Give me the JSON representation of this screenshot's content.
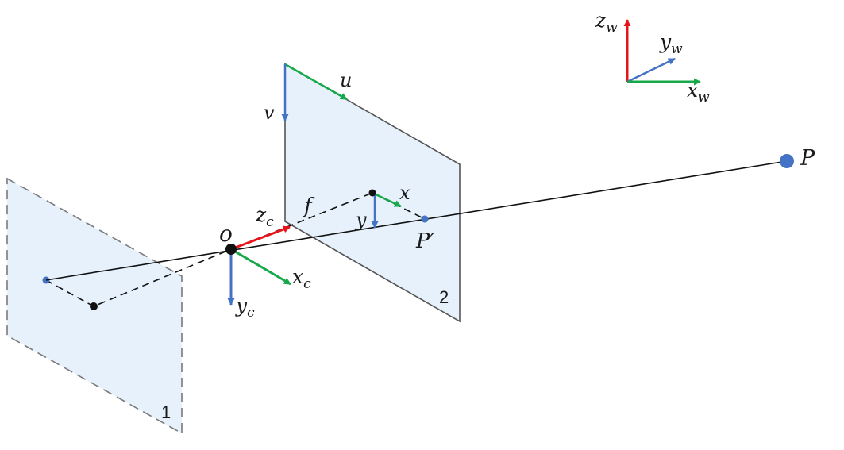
{
  "diagram": {
    "planes": {
      "virtual_plane_number": "1",
      "image_plane_number": "2"
    },
    "points": {
      "optical_center": "o",
      "world_point": "P",
      "image_point": "P′",
      "focal_length": "f"
    },
    "camera_axes": {
      "x": {
        "base": "x",
        "sub": "c"
      },
      "y": {
        "base": "y",
        "sub": "c"
      },
      "z": {
        "base": "z",
        "sub": "c"
      }
    },
    "image_axes": {
      "x": "x",
      "y": "y"
    },
    "pixel_axes": {
      "u": "u",
      "v": "v"
    },
    "world_axes": {
      "x": {
        "base": "x",
        "sub": "w"
      },
      "y": {
        "base": "y",
        "sub": "w"
      },
      "z": {
        "base": "z",
        "sub": "w"
      }
    }
  },
  "colors": {
    "x_axis": "#17a84a",
    "y_axis": "#4472c4",
    "z_axis": "#e8141c",
    "plane_fill": "#e6f1fb",
    "plane_stroke": "#6b6b6b",
    "point": "#4472c4",
    "line": "#111111"
  }
}
